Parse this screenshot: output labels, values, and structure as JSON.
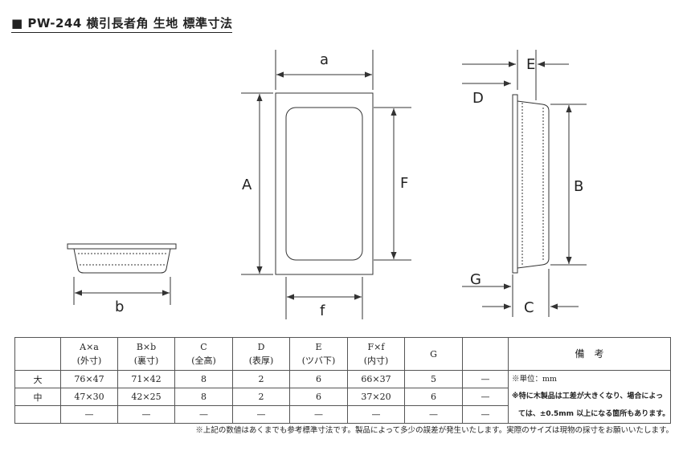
{
  "title": "■ PW-244 横引長者角 生地 標準寸法",
  "labels": {
    "a": "a",
    "A": "A",
    "F": "F",
    "f": "f",
    "b": "b",
    "E": "E",
    "D": "D",
    "B": "B",
    "G": "G",
    "C": "C"
  },
  "table": {
    "headers": [
      {
        "top": "",
        "bottom": ""
      },
      {
        "top": "A×a",
        "bottom": "(外寸)"
      },
      {
        "top": "B×b",
        "bottom": "(裏寸)"
      },
      {
        "top": "C",
        "bottom": "(全高)"
      },
      {
        "top": "D",
        "bottom": "(表厚)"
      },
      {
        "top": "E",
        "bottom": "(ツバ下)"
      },
      {
        "top": "F×f",
        "bottom": "(内寸)"
      },
      {
        "top": "G",
        "bottom": ""
      },
      {
        "top": "",
        "bottom": ""
      }
    ],
    "remarks_header": "備　考",
    "rows": [
      [
        "大",
        "76×47",
        "71×42",
        "8",
        "2",
        "6",
        "66×37",
        "5",
        "—"
      ],
      [
        "中",
        "47×30",
        "42×25",
        "8",
        "2",
        "6",
        "37×20",
        "6",
        "—"
      ],
      [
        "",
        "—",
        "—",
        "—",
        "—",
        "—",
        "—",
        "—",
        "—"
      ]
    ],
    "remarks": [
      "※単位：mm",
      "※特に木製品は工差が大きくなり、場合によっ",
      "ては、±0.5mm 以上になる箇所もあります。"
    ]
  },
  "footnote": "※上記の数値はあくまでも参考標準寸法です。製品によって多少の誤差が発生いたします。実際のサイズは現物の採寸をお願いいたします。"
}
